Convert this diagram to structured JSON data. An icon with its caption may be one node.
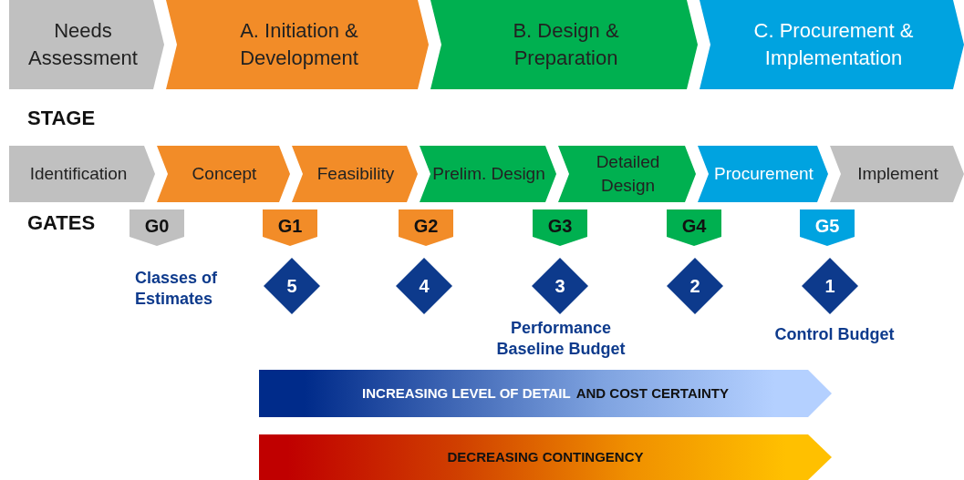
{
  "diagram": {
    "nodes": [
      {
        "text": [
          "Needs Assessment"
        ]
      },
      {
        "text": [
          "A.   Initiation & Development"
        ]
      },
      {
        "text": [
          "B. Design & Preparation"
        ]
      },
      {
        "text": [
          "C. Procurement & Implementation"
        ]
      },
      {
        "text": [
          "Identification"
        ]
      },
      {
        "text": [
          "Concept"
        ]
      },
      {
        "text": [
          "Feasibility"
        ]
      },
      {
        "text": [
          "Prelim. Design"
        ]
      },
      {
        "text": [
          "Detailed Design"
        ]
      },
      {
        "text": [
          "Procurement"
        ]
      },
      {
        "text": [
          "Implement"
        ]
      },
      {
        "text": [
          "G0"
        ]
      },
      {
        "text": [
          "G1"
        ]
      },
      {
        "text": [
          "G2"
        ]
      },
      {
        "text": [
          "G3"
        ]
      },
      {
        "text": [
          "G4"
        ]
      },
      {
        "text": [
          "G5"
        ]
      },
      {
        "text": [
          "5"
        ]
      },
      {
        "text": [
          "4"
        ]
      },
      {
        "text": [
          "3"
        ]
      },
      {
        "text": [
          "2"
        ]
      },
      {
        "text": [
          "1"
        ]
      },
      {
        "text": [
          "INCREASING LEVEL OF DETAIL",
          "AND COST CERTAINTY"
        ]
      },
      {
        "text": [
          "DECREASING CONTINGENCY"
        ]
      }
    ],
    "labels": [
      "STAGE",
      "GATES",
      "Classes of Estimates",
      "Performance Baseline Budget",
      "Control Budget"
    ]
  }
}
